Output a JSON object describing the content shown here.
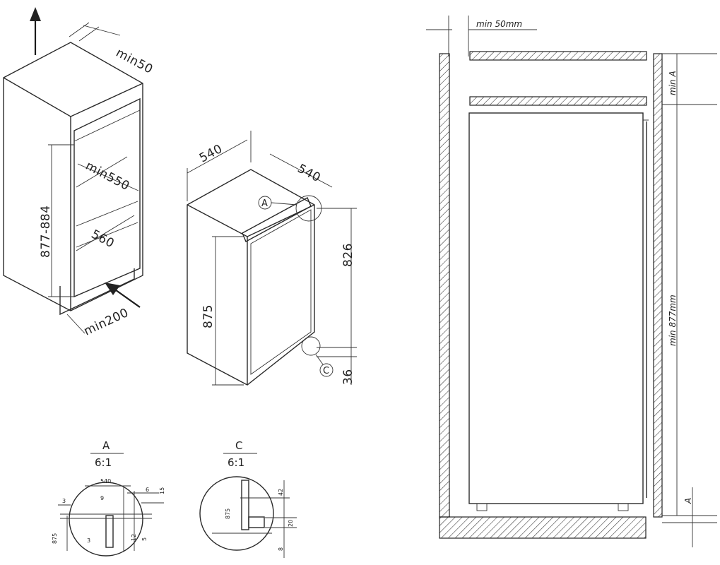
{
  "cabinet_view": {
    "label_min50": "min50",
    "label_height_range": "877-884",
    "label_min550": "min550",
    "label_560": "560",
    "label_min200": "min200"
  },
  "appliance_view": {
    "label_width": "540",
    "label_depth": "540",
    "label_height": "875",
    "label_826": "826",
    "label_36": "36",
    "callout_a": "A",
    "callout_c": "C"
  },
  "section_view": {
    "label_min50mm": "min 50mm",
    "label_minA": "min A",
    "label_min877mm": "min 877mm",
    "label_A": "A"
  },
  "detail_a": {
    "title": "A",
    "scale": "6:1",
    "labels": {
      "d540": "540",
      "d6": "6",
      "d15": "15",
      "d3top": "3",
      "d9": "9",
      "d875": "875",
      "d3bot": "3",
      "d12": "12",
      "d5": "5"
    }
  },
  "detail_c": {
    "title": "C",
    "scale": "6:1",
    "labels": {
      "d875": "875",
      "d42": "42",
      "d20": "20",
      "d8": "8"
    }
  }
}
